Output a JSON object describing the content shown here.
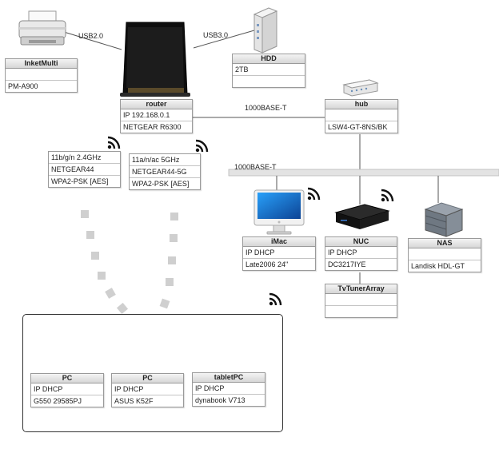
{
  "links": {
    "printer_link": "USB2.0",
    "hdd_link": "USB3.0",
    "router_hub_link": "1000BASE-T",
    "bus_link": "1000BASE-T"
  },
  "devices": {
    "printer": {
      "title": "InketMulti",
      "rows": [
        "",
        "PM-A900"
      ]
    },
    "hdd": {
      "title": "HDD",
      "rows": [
        "2TB",
        ""
      ]
    },
    "router": {
      "title": "router",
      "rows": [
        "IP 192.168.0.1",
        "NETGEAR R6300"
      ]
    },
    "hub": {
      "title": "hub",
      "rows": [
        "",
        "LSW4-GT-8NS/BK"
      ]
    },
    "wifi_24": {
      "rows": [
        "11b/g/n 2.4GHz",
        "NETGEAR44",
        "WPA2-PSK [AES]"
      ]
    },
    "wifi_5": {
      "rows": [
        "11a/n/ac 5GHz",
        "NETGEAR44-5G",
        "WPA2-PSK [AES]"
      ]
    },
    "imac": {
      "title": "iMac",
      "rows": [
        "IP DHCP",
        "Late2006 24\""
      ]
    },
    "nuc": {
      "title": "NUC",
      "rows": [
        "IP DHCP",
        "DC3217IYE"
      ]
    },
    "nas": {
      "title": "NAS",
      "rows": [
        "",
        "Landisk HDL-GT"
      ]
    },
    "tvtuner": {
      "title": "TvTunerArray",
      "rows": [
        "",
        ""
      ]
    },
    "pc1": {
      "title": "PC",
      "rows": [
        "IP DHCP",
        "G550 29585PJ"
      ]
    },
    "pc2": {
      "title": "PC",
      "rows": [
        "IP DHCP",
        "ASUS K52F"
      ]
    },
    "tablet": {
      "title": "tabletPC",
      "rows": [
        "IP DHCP",
        "dynabook V713"
      ]
    }
  },
  "screen_brand": "dynabook",
  "colors": {
    "line": "#555555",
    "bus": "#e3e3e3",
    "dash": "#cfcfcf",
    "wifi": "#111111"
  }
}
